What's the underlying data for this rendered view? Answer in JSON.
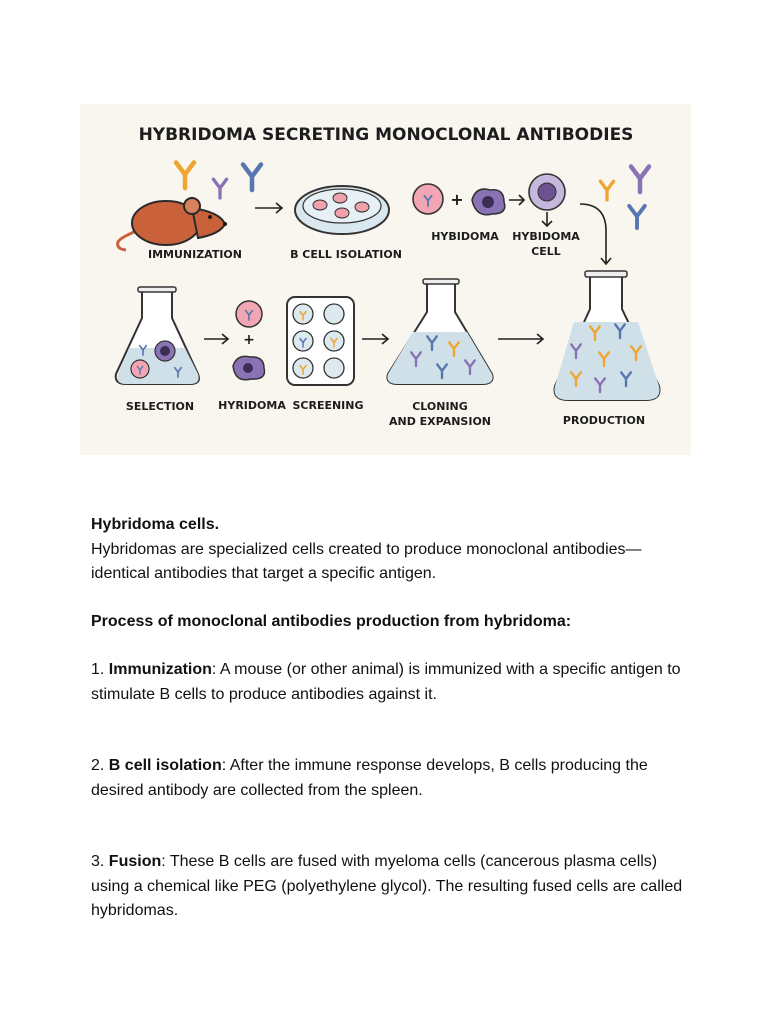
{
  "figure": {
    "title": "HYBRIDOMA SECRETING MONOCLONAL ANTIBODIES",
    "labels": {
      "immunization": "IMMUNIZATION",
      "bcell_isolation": "B CELL ISOLATION",
      "hybidoma": "HYBIDOMA",
      "hybidoma_cell_1": "HYBIDOMA",
      "hybidoma_cell_2": "CELL",
      "selection": "SELECTION",
      "hyridoma": "HYRIDOMA",
      "screening": "SCREENING",
      "cloning_1": "CLONING",
      "cloning_2": "AND EXPANSION",
      "production": "PRODUCTION"
    },
    "colors": {
      "background": "#f9f5ef",
      "mouse": "#c9623a",
      "orange_antibody": "#f0a531",
      "purple_antibody": "#8a73b5",
      "blue_antibody": "#5677b0",
      "pink_cell": "#f2a6b4",
      "liquid": "#cfe0e8"
    }
  },
  "heading": "Hybridoma cells.",
  "intro": "Hybridomas are specialized cells created to produce monoclonal antibodies—identical antibodies that target a specific antigen.",
  "process_heading": "Process of monoclonal antibodies production from hybridoma:",
  "steps": [
    {
      "num": "1. ",
      "term": "Immunization",
      "text": ": A mouse (or other animal) is immunized with a specific antigen to stimulate B cells to produce antibodies against it."
    },
    {
      "num": "2. ",
      "term": "B cell isolation",
      "text": ": After the immune response develops, B cells producing the desired antibody are collected from the spleen."
    },
    {
      "num": "3. ",
      "term": "Fusion",
      "text": ": These B cells are fused with myeloma cells (cancerous plasma cells) using a chemical like PEG (polyethylene glycol). The resulting fused cells are called hybridomas."
    }
  ]
}
